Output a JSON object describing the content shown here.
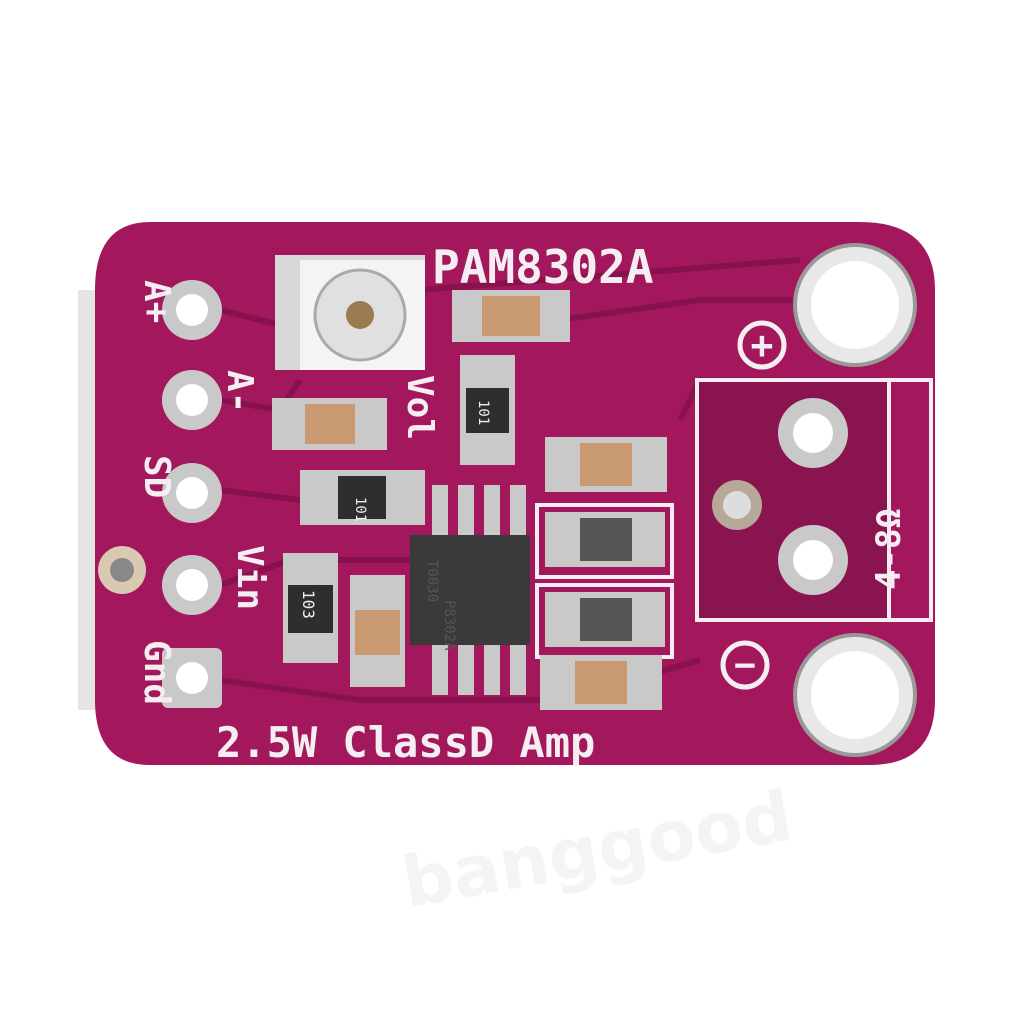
{
  "board": {
    "title": "PAM8302A",
    "subtitle": "2.5W ClassD Amp",
    "pins": [
      "A+",
      "A-",
      "SD",
      "Vin",
      "Gnd"
    ],
    "pot_label": "Vol",
    "speaker_label": "4-8Ω",
    "plus_symbol": "+",
    "minus_symbol": "−",
    "resistor_codes": [
      "101",
      "101",
      "103"
    ],
    "chip_marking": [
      "P8302A",
      "T0030"
    ],
    "colors": {
      "pcb": "#a3185c",
      "pcb_dark": "#7a1048",
      "trace": "#8c1450",
      "silk": "#f4eef2",
      "solder": "#c9c9c9",
      "chip": "#3a3a3a",
      "cap": "#c99a72"
    }
  },
  "watermark": "banggood"
}
